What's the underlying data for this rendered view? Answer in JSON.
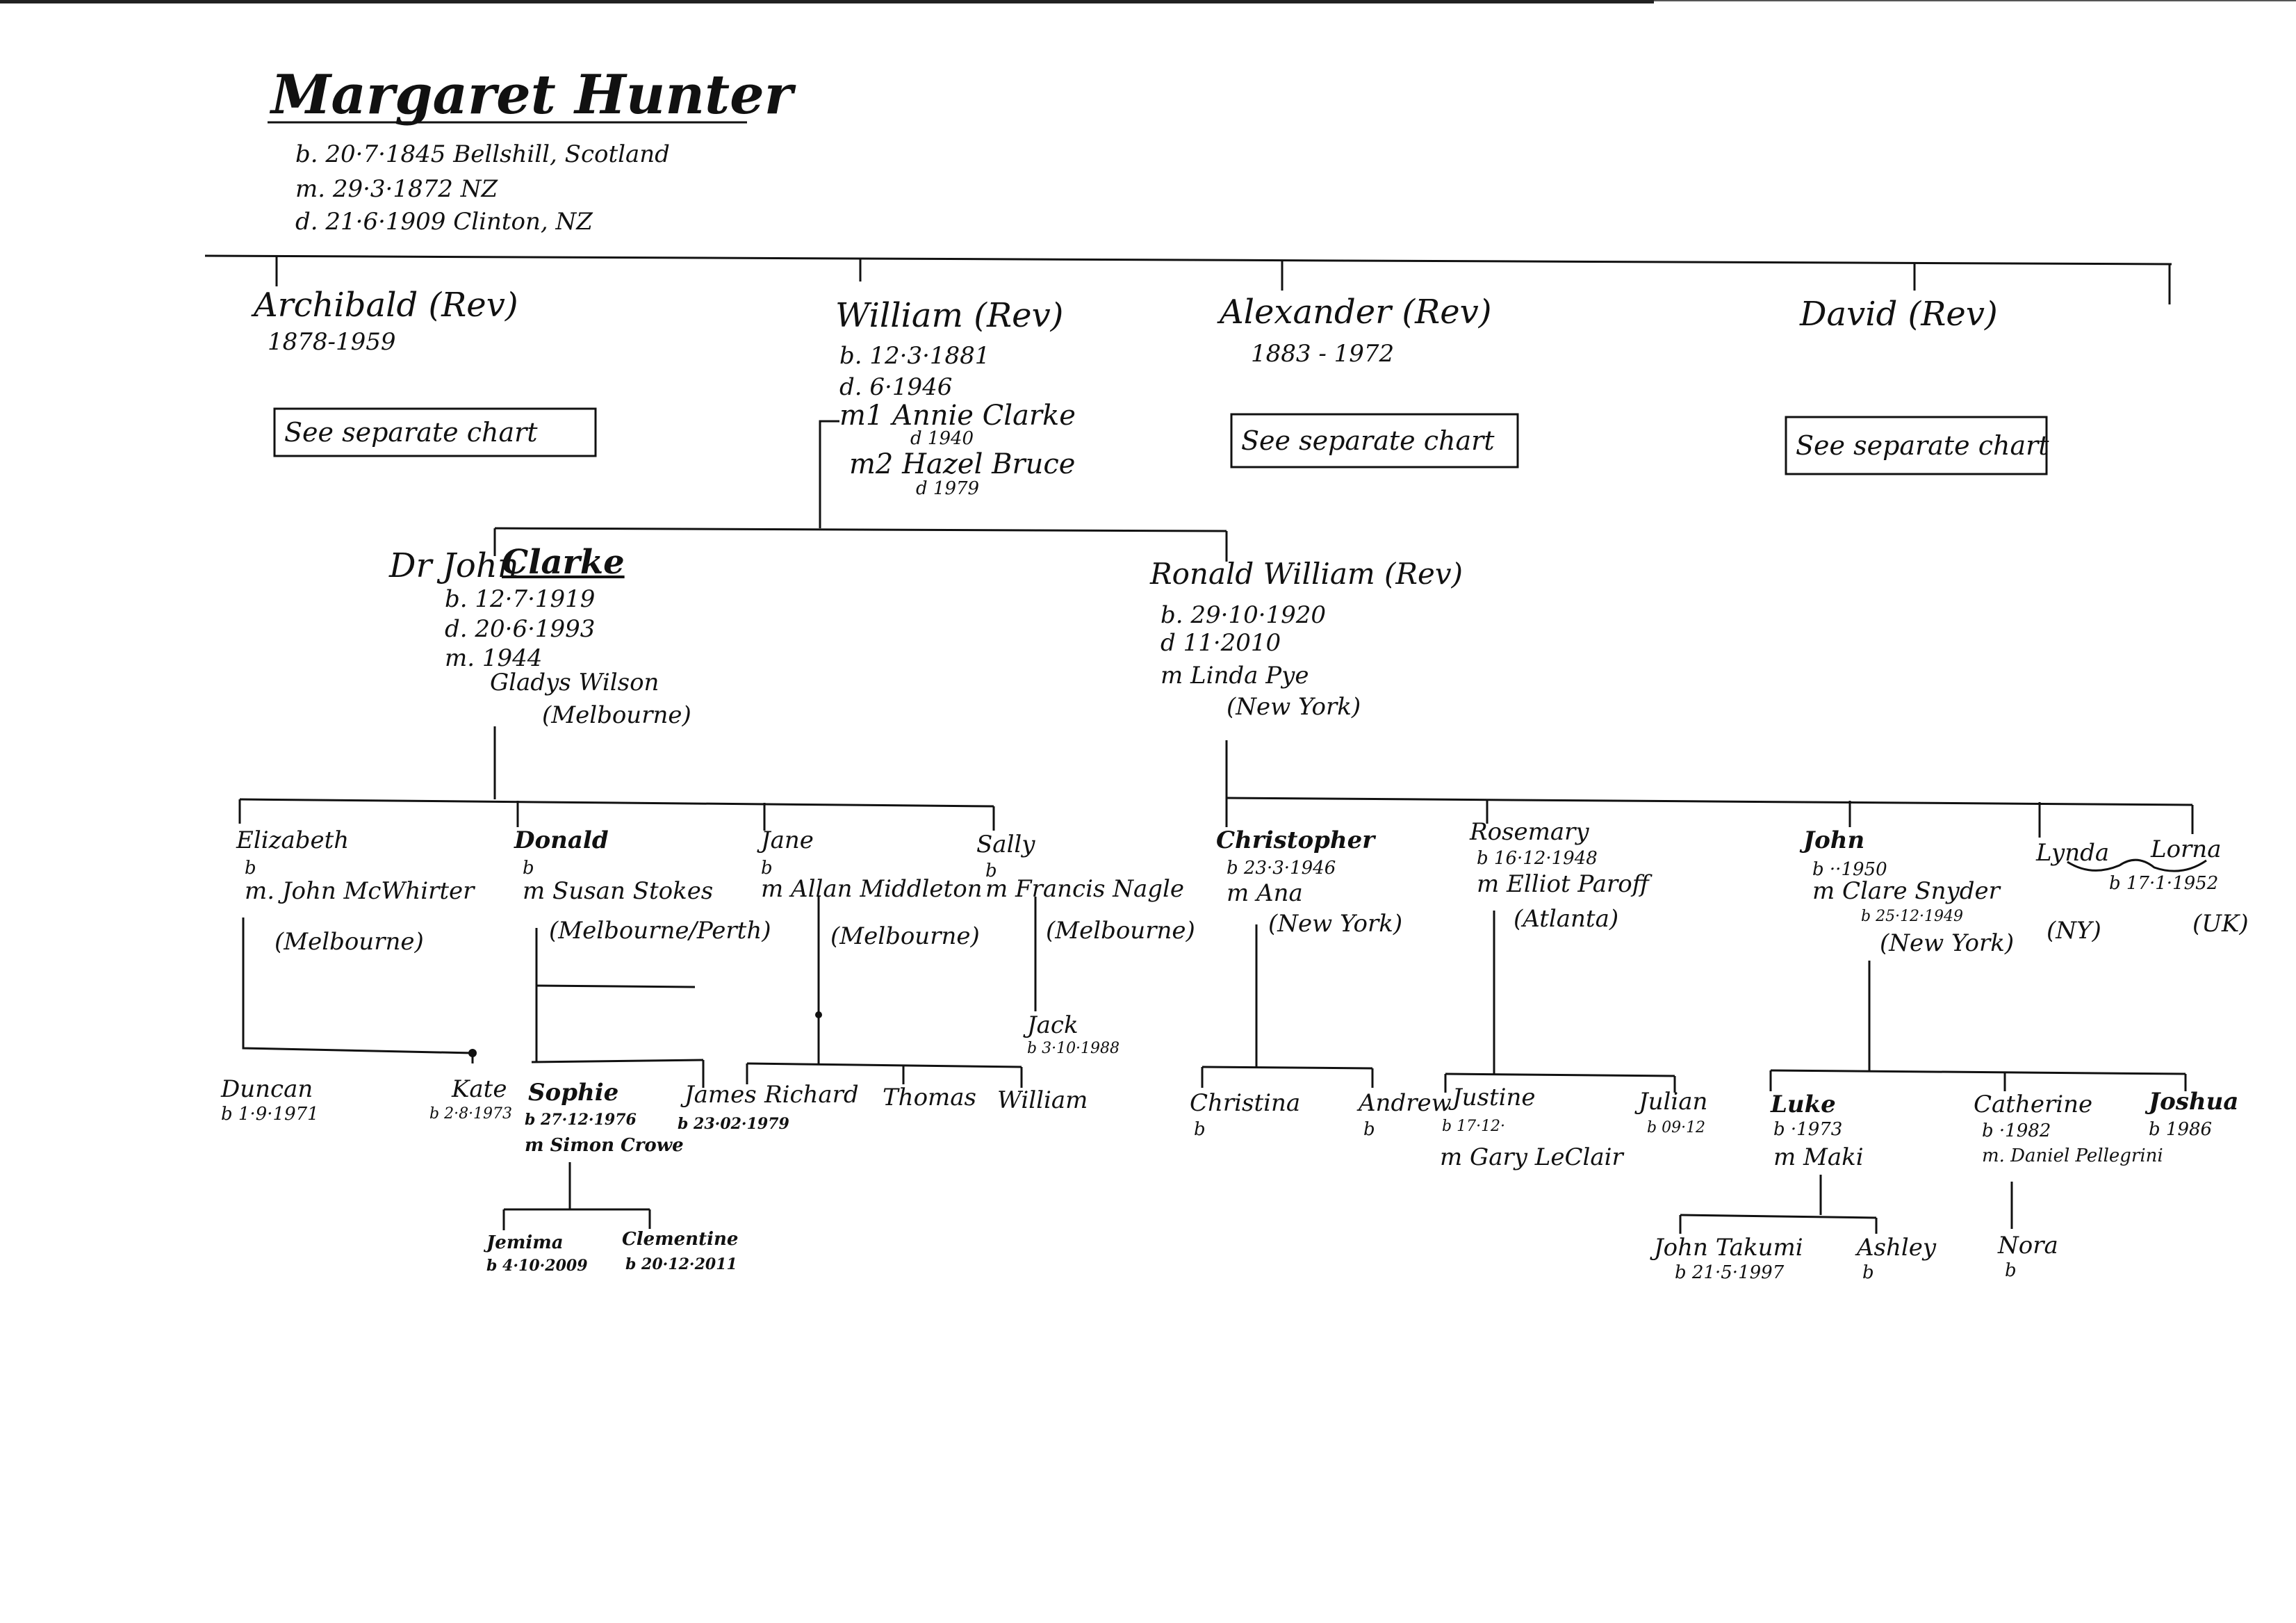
{
  "root": {
    "name": "Margaret Hunter",
    "born": "b. 20·7·1845 Bellshill, Scotland",
    "married": "m. 29·3·1872 NZ",
    "died": "d. 21·6·1909 Clinton, NZ"
  },
  "children": {
    "archibald": {
      "name": "Archibald (Rev)",
      "dates": "1878-1959",
      "note": "See separate chart"
    },
    "william": {
      "name": "William (Rev)",
      "born": "b. 12·3·1881",
      "died": "d. 6·1946",
      "m1": "m1 Annie Clarke",
      "m1_died": "d 1940",
      "m2": "m2 Hazel Bruce",
      "m2_died": "d 1979"
    },
    "alexander": {
      "name": "Alexander (Rev)",
      "dates": "1883 - 1972",
      "note": "See separate chart"
    },
    "david": {
      "name": "David (Rev)",
      "note": "See separate chart"
    }
  },
  "john_clarke": {
    "prefix": "Dr John",
    "surname": "Clarke",
    "born": "b. 12·7·1919",
    "died": "d. 20·6·1993",
    "married": "m. 1944",
    "spouse": "Gladys Wilson",
    "spouse_place": "(Melbourne)"
  },
  "ronald": {
    "name": "Ronald William (Rev)",
    "born": "b. 29·10·1920",
    "died": "d 11·2010",
    "married": "m Linda Pye",
    "spouse_place": "(New York)"
  },
  "gen3": {
    "elizabeth": {
      "name": "Elizabeth",
      "born": "b",
      "spouse": "m. John McWhirter",
      "place": "(Melbourne)"
    },
    "donald": {
      "name": "Donald",
      "born": "b",
      "spouse": "m Susan Stokes",
      "place": "(Melbourne/Perth)"
    },
    "jane": {
      "name": "Jane",
      "born": "b",
      "spouse": "m Allan Middleton",
      "place": "(Melbourne)"
    },
    "sally": {
      "name": "Sally",
      "born": "b",
      "spouse": "m Francis Nagle",
      "place": "(Melbourne)"
    },
    "christopher": {
      "name": "Christopher",
      "born": "b 23·3·1946",
      "spouse": "m Ana",
      "place": "(New York)"
    },
    "rosemary": {
      "name": "Rosemary",
      "born": "b 16·12·1948",
      "spouse": "m Elliot Paroff",
      "place": "(Atlanta)"
    },
    "john": {
      "name": "John",
      "born": "b ··1950",
      "spouse": "m Clare Snyder",
      "spouse_born": "b 25·12·1949",
      "place": "(New York)"
    },
    "lynda": {
      "name": "Lynda",
      "place": "(NY)"
    },
    "lorna": {
      "name": "Lorna",
      "place": "(UK)"
    },
    "twins_born": "b 17·1·1952"
  },
  "gen4": {
    "duncan": {
      "name": "Duncan",
      "born": "b 1·9·1971"
    },
    "kate": {
      "name": "Kate",
      "born": "b 2·8·1973"
    },
    "sophie": {
      "name": "Sophie",
      "born": "b 27·12·1976",
      "spouse": "m Simon Crowe"
    },
    "james": {
      "name": "James",
      "born": "b 23·02·1979"
    },
    "jack": {
      "name": "Jack",
      "born": "b 3·10·1988"
    },
    "richard": {
      "name": "Richard"
    },
    "thomas": {
      "name": "Thomas"
    },
    "william": {
      "name": "William"
    },
    "christina": {
      "name": "Christina",
      "born": "b"
    },
    "andrew": {
      "name": "Andrew",
      "born": "b"
    },
    "justine": {
      "name": "Justine",
      "born": "b 17·12·",
      "spouse": "m Gary LeClair"
    },
    "julian": {
      "name": "Julian",
      "born": "b 09·12"
    },
    "luke": {
      "name": "Luke",
      "born": "b ·1973",
      "spouse": "m Maki"
    },
    "catherine": {
      "name": "Catherine",
      "born": "b ·1982",
      "spouse": "m. Daniel Pellegrini"
    },
    "joshua": {
      "name": "Joshua",
      "born": "b 1986"
    }
  },
  "gen5": {
    "jemima": {
      "name": "Jemima",
      "born": "b 4·10·2009"
    },
    "clementine": {
      "name": "Clementine",
      "born": "b 20·12·2011"
    },
    "john_takumi": {
      "name": "John Takumi",
      "born": "b 21·5·1997"
    },
    "ashley": {
      "name": "Ashley",
      "born": "b"
    },
    "nora": {
      "name": "Nora",
      "born": "b"
    }
  }
}
